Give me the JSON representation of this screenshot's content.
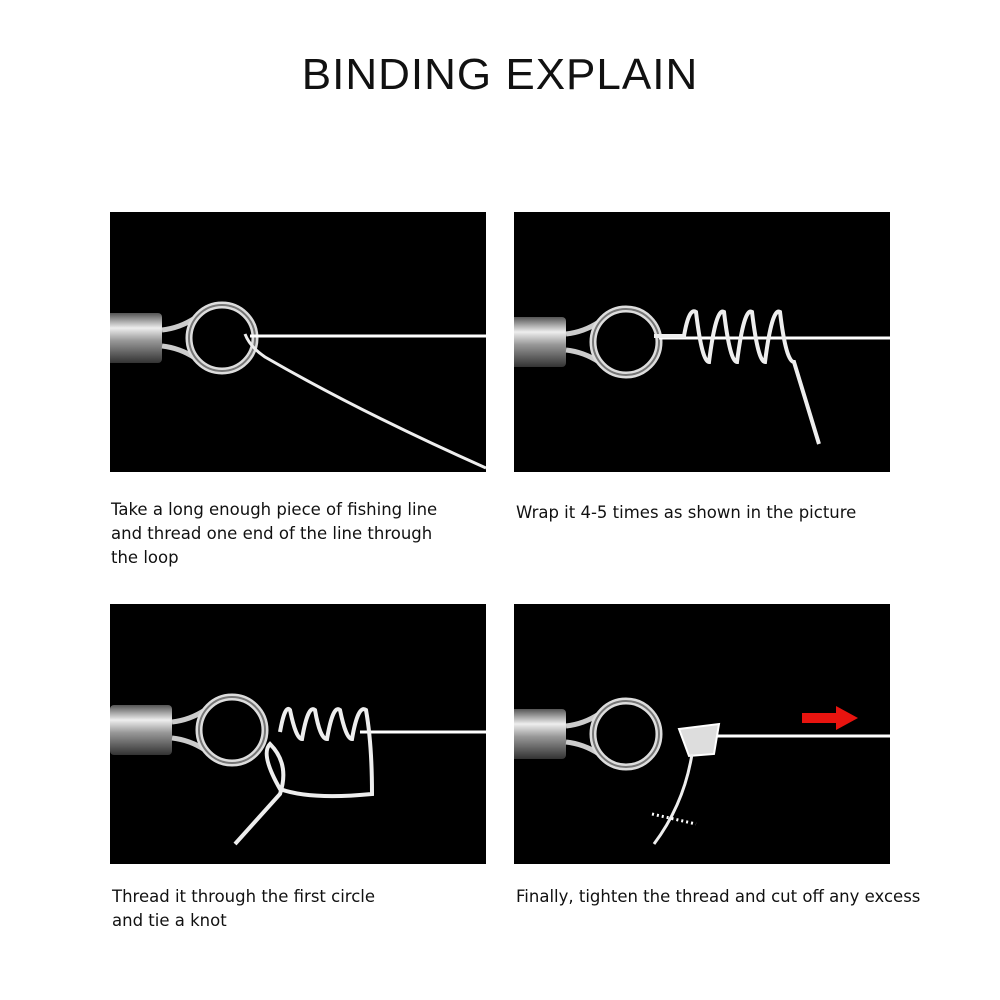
{
  "title": "BINDING EXPLAIN",
  "steps": [
    {
      "caption_lines": [
        "Take a long enough piece of fishing line",
        "and thread one end of the line through",
        "the loop"
      ]
    },
    {
      "caption_lines": [
        "Wrap it 4-5 times as shown in the picture"
      ]
    },
    {
      "caption_lines": [
        "Thread it through the first circle",
        "and tie a knot"
      ]
    },
    {
      "caption_lines": [
        "Finally, tighten the thread and cut off any excess"
      ]
    }
  ],
  "colors": {
    "panel_bg": "#000000",
    "arrow": "#e8140f"
  }
}
